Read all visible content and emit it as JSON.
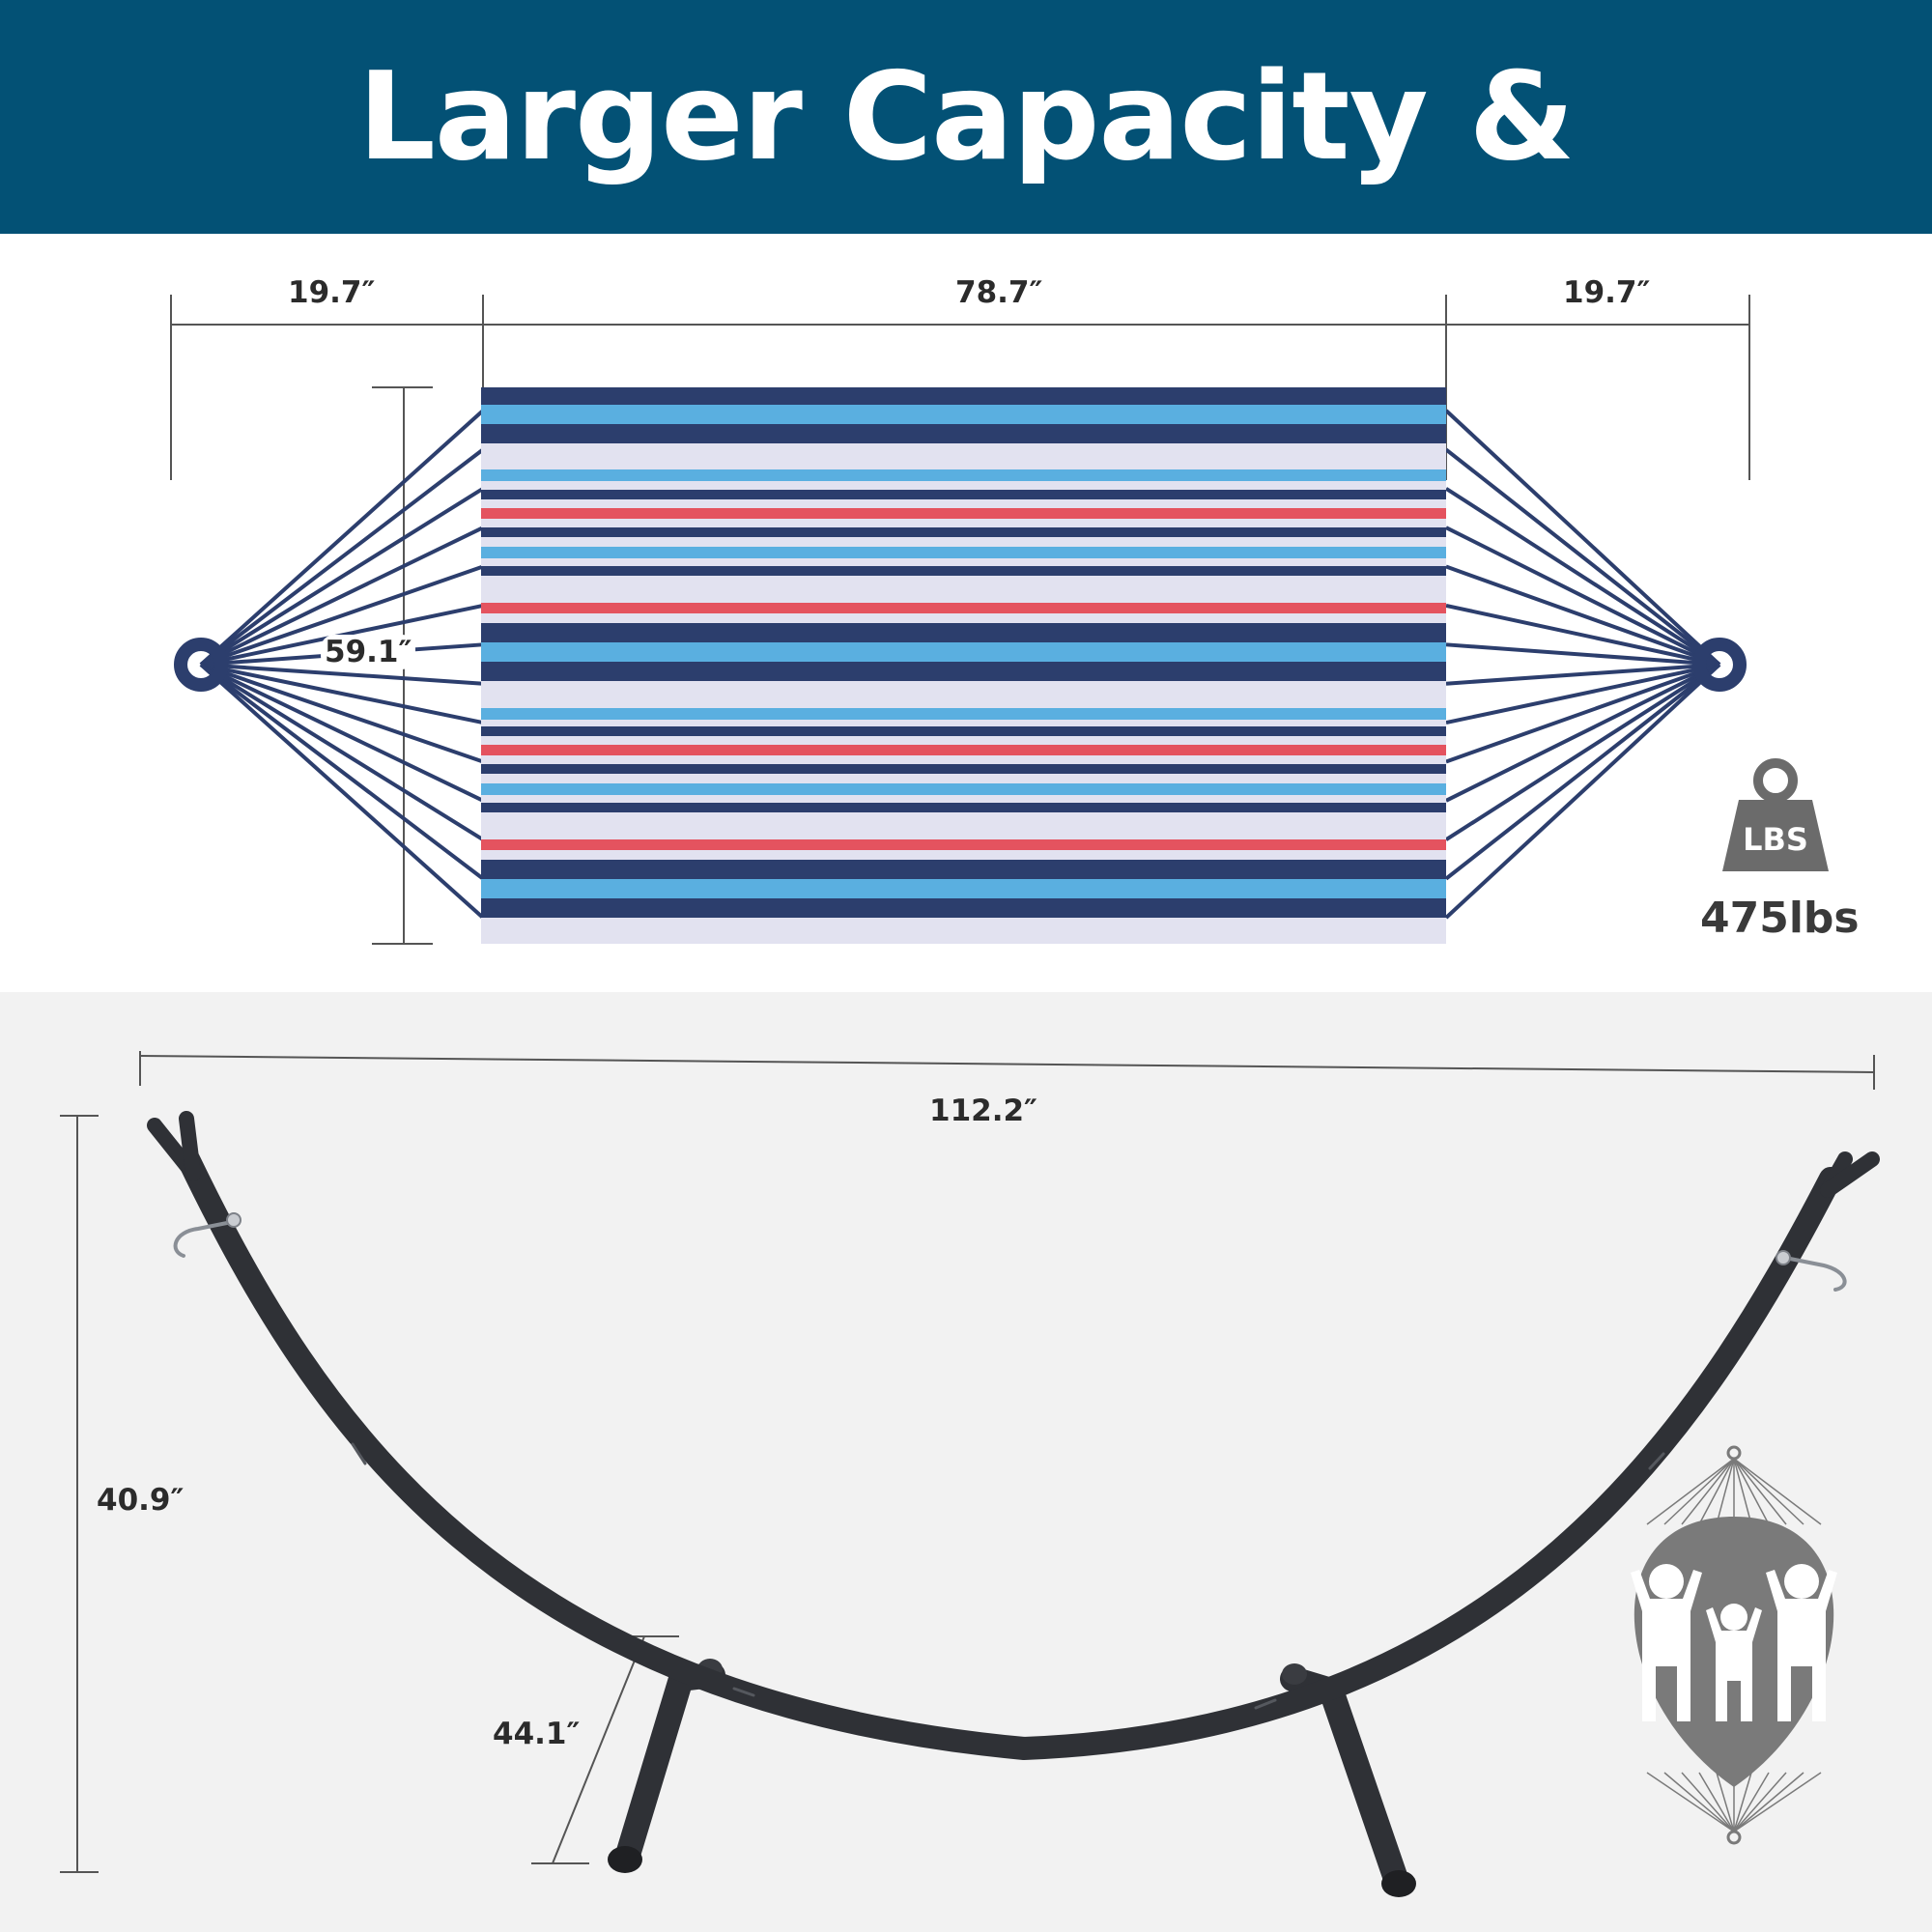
{
  "header": {
    "title": "Larger Capacity & Dimensions"
  },
  "hammock": {
    "left_spreader_label": "19.7″",
    "bed_length_label": "78.7″",
    "right_spreader_label": "19.7″",
    "width_label": "59.1″",
    "stripe_colors": {
      "navy": "#2c3e6d",
      "sky": "#5aafe0",
      "lavender": "#e2e2f0",
      "red": "#e4535f"
    }
  },
  "capacity": {
    "weight_icon_text": "LBS",
    "value": "475lbs"
  },
  "stand": {
    "length_label": "112.2″",
    "height_label": "40.9″",
    "base_label": "44.1″",
    "frame_color": "#2f3136"
  },
  "icons": [
    "weight-icon",
    "family-hammock-icon"
  ]
}
